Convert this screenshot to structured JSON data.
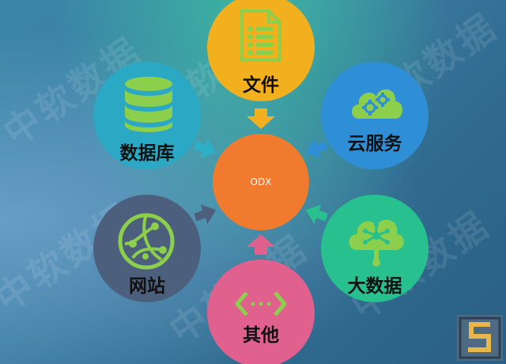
{
  "watermark": "中软数据",
  "center": {
    "label": "ODX",
    "color": "#f07a2e"
  },
  "nodes": {
    "file": {
      "label": "文件",
      "color": "#f2b01e",
      "icon": "document-icon"
    },
    "cloud": {
      "label": "云服务",
      "color": "#2f8fd6",
      "icon": "cloud-gears-icon"
    },
    "database": {
      "label": "数据库",
      "color": "#2aa8c4",
      "icon": "database-icon"
    },
    "website": {
      "label": "网站",
      "color": "#4c5f7c",
      "icon": "globe-network-icon"
    },
    "bigdata": {
      "label": "大数据",
      "color": "#27c08e",
      "icon": "cloud-network-icon"
    },
    "other": {
      "label": "其他",
      "color": "#e0608e",
      "icon": "code-brackets-icon"
    }
  },
  "colors": {
    "icon_green": "#8ccf4d",
    "arrow_teal": "#2cb0c8"
  }
}
